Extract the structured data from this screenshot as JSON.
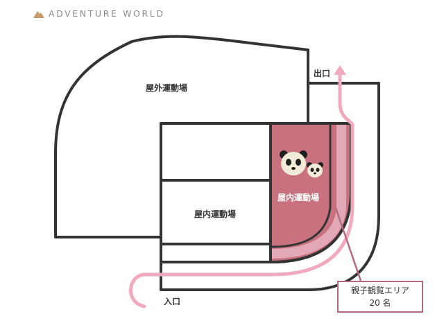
{
  "brand": {
    "name": "ADVENTURE WORLD",
    "icon": "mountain-logo-icon"
  },
  "map": {
    "outdoor_field": "屋外運動場",
    "indoor_field_left": "屋内運動場",
    "indoor_field_right": "屋内運動場",
    "exit": "出口",
    "entrance": "入口",
    "callout": {
      "title": "親子観覧エリア",
      "capacity": "20 名"
    }
  },
  "colors": {
    "outline": "#333333",
    "highlight_room": "#c9727f",
    "route": "#f0a9bd",
    "callout_border": "#b46a7e"
  }
}
